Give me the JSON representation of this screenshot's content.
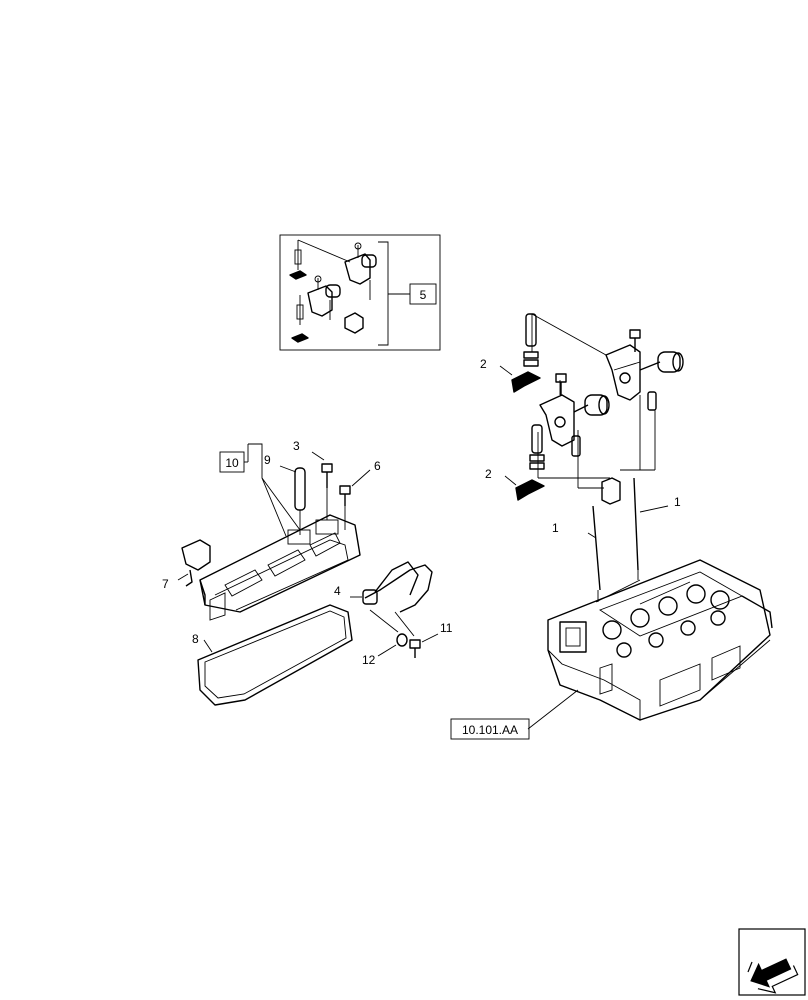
{
  "callouts": [
    {
      "id": "c1a",
      "text": "1"
    },
    {
      "id": "c1b",
      "text": "1"
    },
    {
      "id": "c2a",
      "text": "2"
    },
    {
      "id": "c2b",
      "text": "2"
    },
    {
      "id": "c3",
      "text": "3"
    },
    {
      "id": "c4",
      "text": "4"
    },
    {
      "id": "c6",
      "text": "6"
    },
    {
      "id": "c7",
      "text": "7"
    },
    {
      "id": "c8",
      "text": "8"
    },
    {
      "id": "c9",
      "text": "9"
    },
    {
      "id": "c11",
      "text": "11"
    },
    {
      "id": "c12",
      "text": "12"
    }
  ],
  "boxed_refs": {
    "ref5": "5",
    "ref10": "10",
    "ref_section": "10.101.AA"
  },
  "icons": {
    "nav": "previous-page-arrow-icon"
  }
}
